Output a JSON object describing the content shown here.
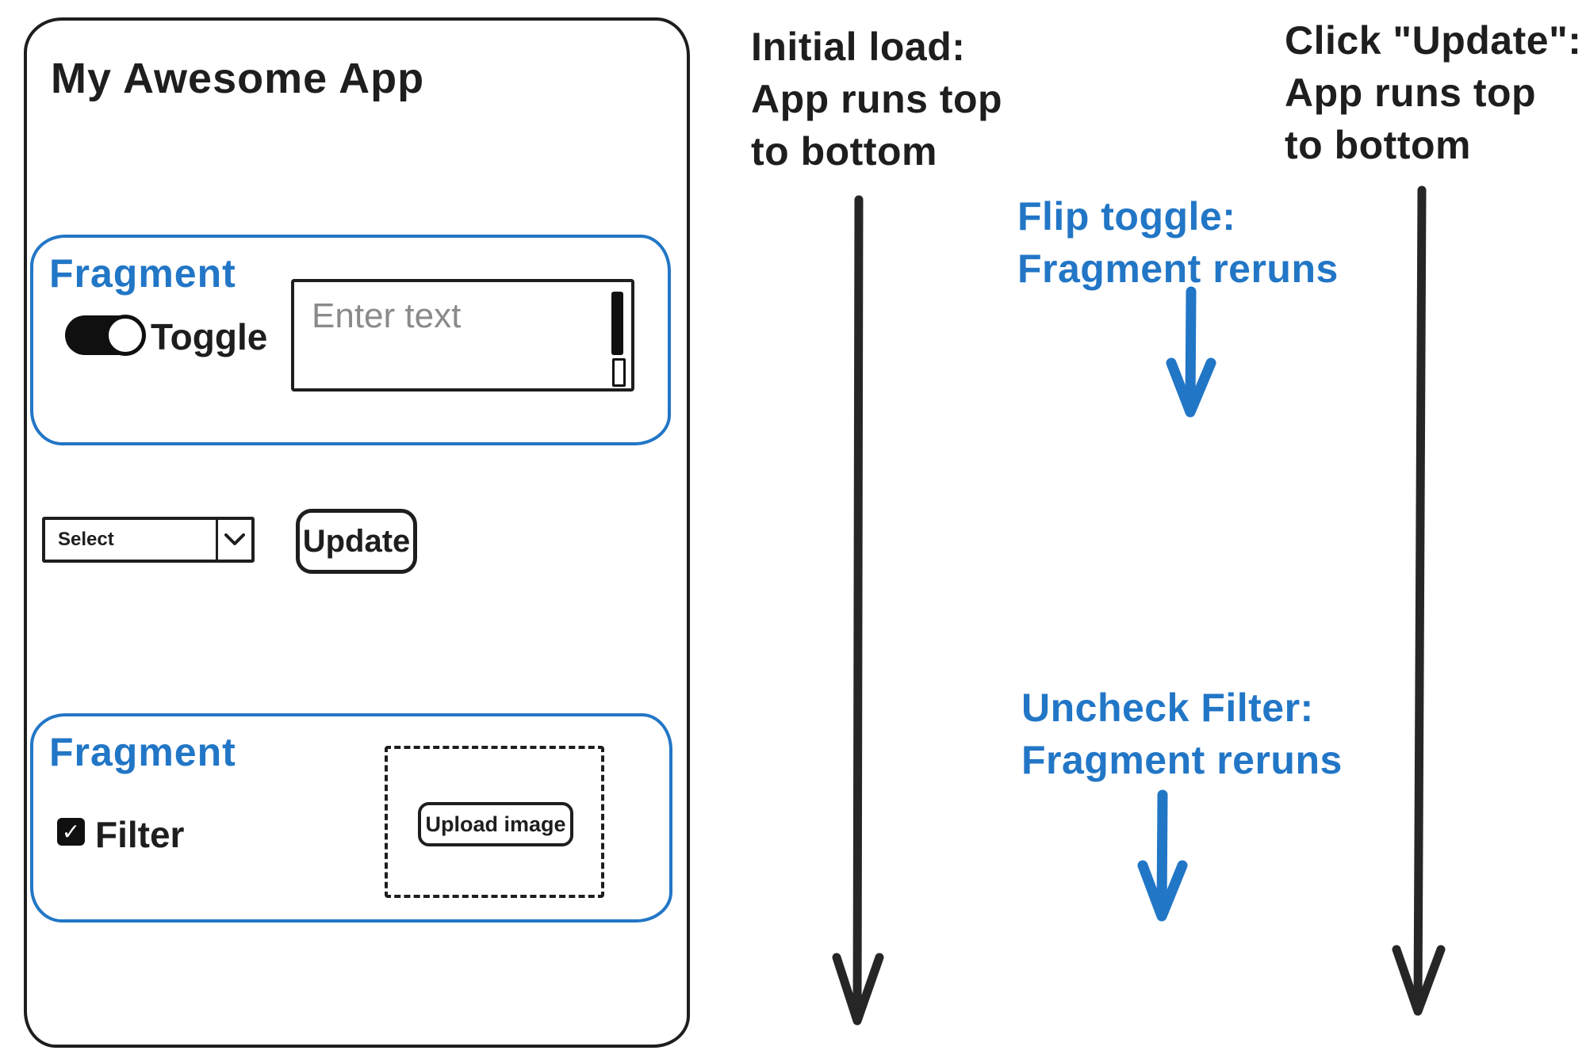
{
  "app": {
    "title": "My Awesome App",
    "fragment_top": {
      "label": "Fragment",
      "toggle": {
        "label": "Toggle",
        "state": "on"
      },
      "text_input": {
        "placeholder": "Enter text",
        "value": ""
      }
    },
    "select": {
      "value": "Select"
    },
    "update_button": {
      "label": "Update"
    },
    "fragment_bottom": {
      "label": "Fragment",
      "filter": {
        "label": "Filter",
        "checked": true
      },
      "upload": {
        "button_label": "Upload image"
      }
    }
  },
  "annotations": {
    "initial_load": {
      "lines": [
        "Initial load:",
        "App runs top",
        "to bottom"
      ]
    },
    "flip_toggle": {
      "lines": [
        "Flip toggle:",
        "Fragment reruns"
      ]
    },
    "uncheck_filter": {
      "lines": [
        "Uncheck Filter:",
        "Fragment reruns"
      ]
    },
    "click_update": {
      "lines": [
        "Click \"Update\":",
        "App runs top",
        "to bottom"
      ]
    }
  },
  "icons": {
    "check": "✓"
  },
  "colors": {
    "ink": "#1e1e1e",
    "accent_blue": "#2276c6",
    "placeholder_gray": "#8a8a8a"
  }
}
